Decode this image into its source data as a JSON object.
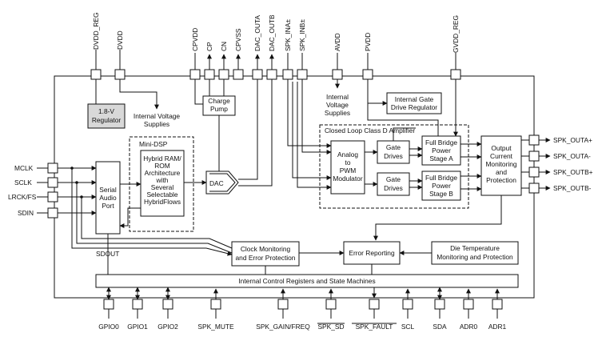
{
  "pins": {
    "top": [
      "DVDD_REG",
      "DVDD",
      "CPVDD",
      "CP",
      "CN",
      "CPVSS",
      "DAC_OUTA",
      "DAC_OUTB",
      "SPK_INA±",
      "SPK_INB±",
      "AVDD",
      "PVDD",
      "GVDD_REG"
    ],
    "left": [
      "MCLK",
      "SCLK",
      "LRCK/FS",
      "SDIN"
    ],
    "right": [
      "SPK_OUTA+",
      "SPK_OUTA-",
      "SPK_OUTB+",
      "SPK_OUTB-"
    ],
    "bottom": [
      "GPIO0",
      "GPIO1",
      "GPIO2",
      "SPK_MUTE",
      "SPK_GAIN/FREQ",
      "SPK_SD",
      "SPK_FAULT",
      "SCL",
      "SDA",
      "ADR0",
      "ADR1"
    ],
    "overlined": [
      "SPK_SD",
      "SPK_FAULT"
    ]
  },
  "blocks": {
    "regulator": [
      "1.8-V",
      "Regulator"
    ],
    "int_voltage_left": [
      "Internal Voltage",
      "Supplies"
    ],
    "charge_pump": [
      "Charge",
      "Pump"
    ],
    "int_voltage_right": [
      "Internal",
      "Voltage",
      "Supplies"
    ],
    "gate_drive_reg": [
      "Internal Gate",
      "Drive Regulator"
    ],
    "mini_dsp_title": "Mini-DSP",
    "hybrid_ram": [
      "Hybrid RAM/",
      "ROM",
      "Architecture",
      "with",
      "Several",
      "Selectable",
      "HybridFlows"
    ],
    "serial_audio": [
      "Serial",
      "Audio",
      "Port"
    ],
    "sdout": "SDOUT",
    "dac": "DAC",
    "class_d_title": "Closed Loop Class D Amplifier",
    "analog_pwm": [
      "Analog",
      "to",
      "PWM",
      "Modulator"
    ],
    "gate_drives_a": [
      "Gate",
      "Drives"
    ],
    "gate_drives_b": [
      "Gate",
      "Drives"
    ],
    "bridge_a": [
      "Full Bridge",
      "Power",
      "Stage A"
    ],
    "bridge_b": [
      "Full Bridge",
      "Power",
      "Stage B"
    ],
    "output_monitor": [
      "Output",
      "Current",
      "Monitoring",
      "and",
      "Protection"
    ],
    "clock_monitor": [
      "Clock Monitoring",
      "and Error Protection"
    ],
    "error_reporting": "Error Reporting",
    "die_temp": [
      "Die Temperature",
      "Monitoring and Protection"
    ],
    "control_regs": "Internal Control Registers and State Machines"
  }
}
